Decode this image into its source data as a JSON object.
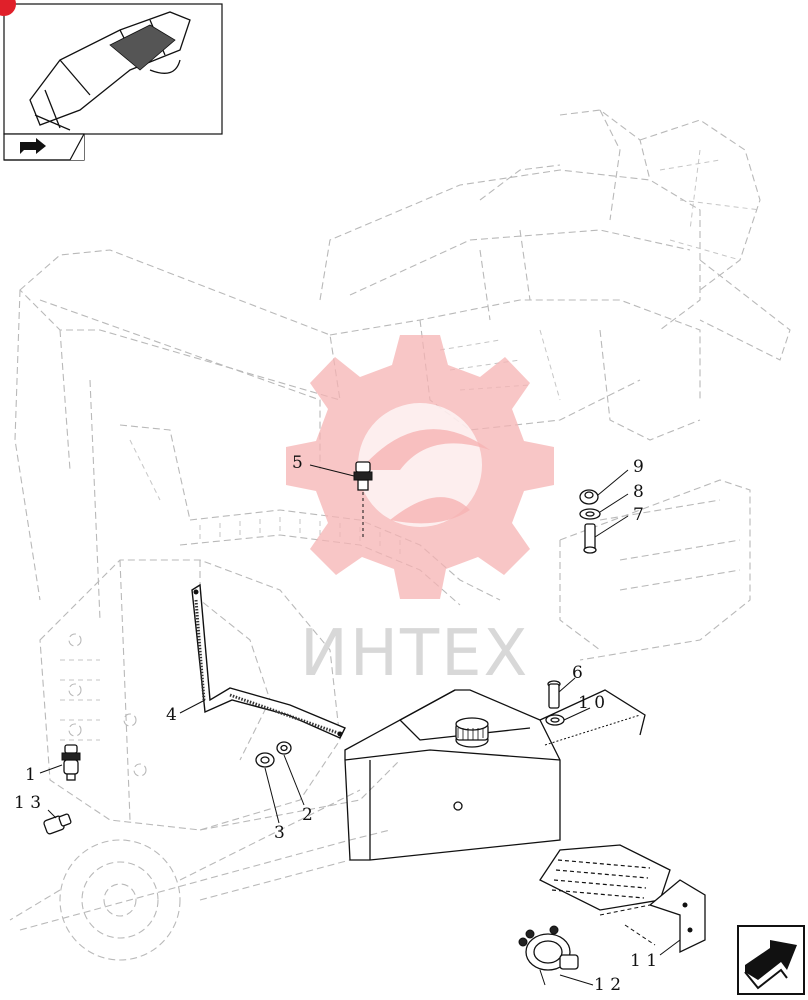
{
  "watermark": {
    "text": "ИНТЕХ",
    "color": "#f4a9a9"
  },
  "thumbnail": {
    "badge_color": "#e0202a"
  },
  "callouts": [
    {
      "id": "1",
      "label": "1"
    },
    {
      "id": "13",
      "label": "1 3"
    },
    {
      "id": "4",
      "label": "4"
    },
    {
      "id": "5",
      "label": "5"
    },
    {
      "id": "3",
      "label": "3"
    },
    {
      "id": "2",
      "label": "2"
    },
    {
      "id": "9",
      "label": "9"
    },
    {
      "id": "8",
      "label": "8"
    },
    {
      "id": "7",
      "label": "7"
    },
    {
      "id": "6",
      "label": "6"
    },
    {
      "id": "10",
      "label": "1 0"
    },
    {
      "id": "11",
      "label": "1 1"
    },
    {
      "id": "12",
      "label": "1 2"
    }
  ],
  "icons": {
    "thumbnail_nav": "arrow-right-icon",
    "next_page": "next-arrow-icon"
  }
}
